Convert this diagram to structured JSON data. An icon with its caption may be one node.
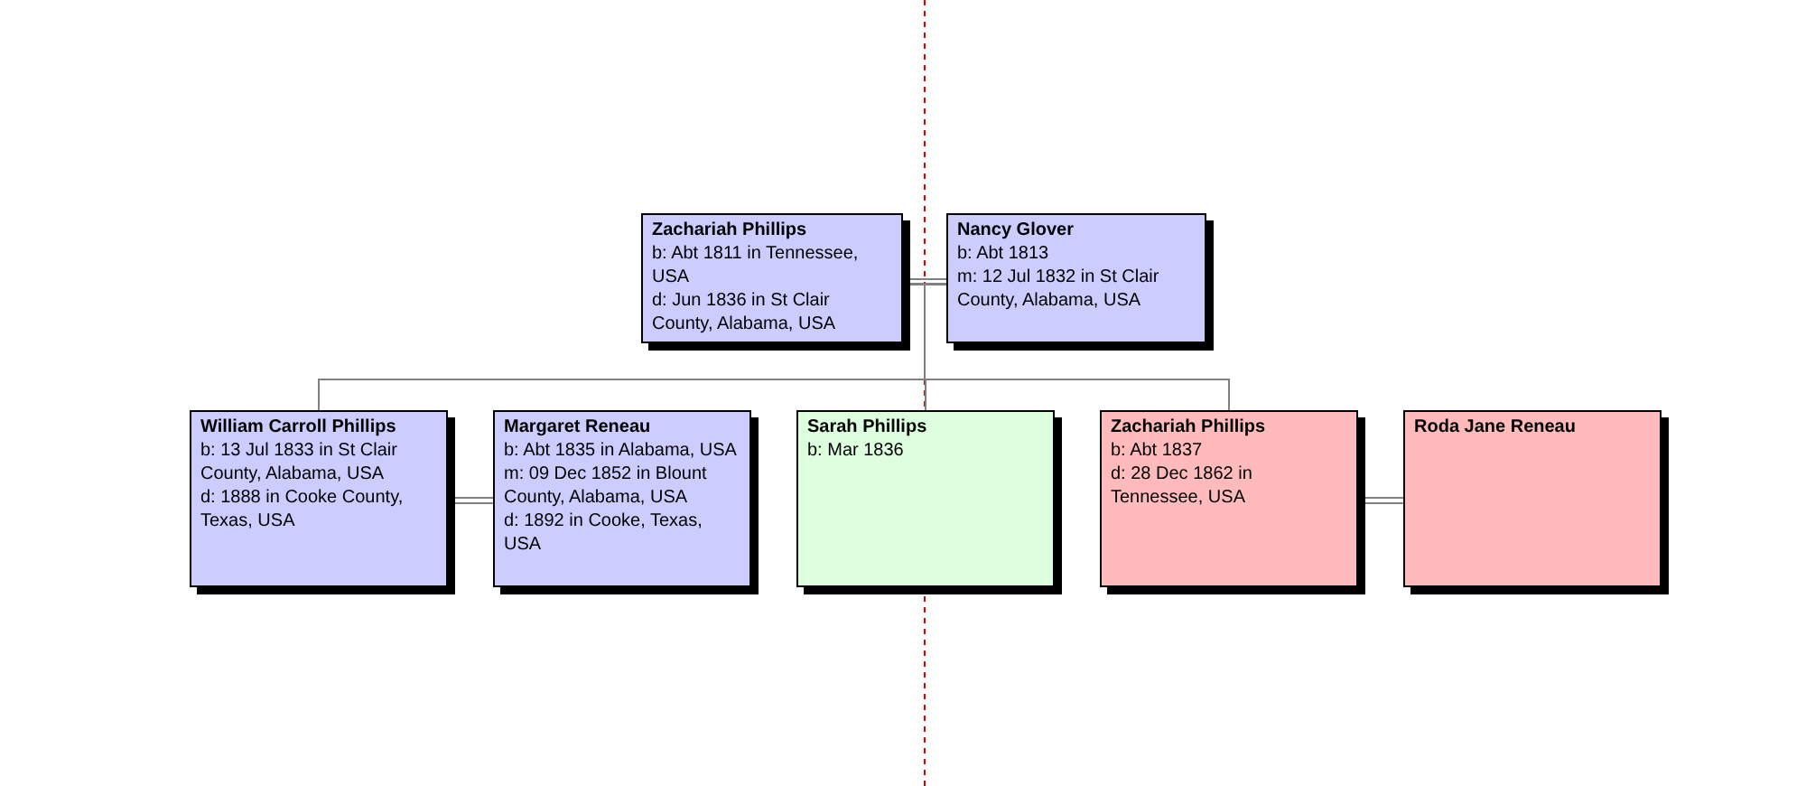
{
  "diagram": {
    "nodes": [
      {
        "text": [
          "Zachariah Phillips",
          "b: Abt 1811 in Tennessee, USA",
          "d: Jun 1836 in St Clair County, Alabama, USA"
        ]
      },
      {
        "text": [
          "Nancy Glover",
          "b: Abt 1813",
          "m: 12 Jul 1832 in St Clair County, Alabama, USA"
        ]
      },
      {
        "text": [
          "William Carroll Phillips",
          "b: 13 Jul 1833 in St Clair County, Alabama, USA",
          "d: 1888 in Cooke County, Texas, USA"
        ]
      },
      {
        "text": [
          "Margaret Reneau",
          "b: Abt 1835 in Alabama, USA",
          "m: 09 Dec 1852 in Blount County, Alabama, USA",
          "d: 1892 in Cooke, Texas, USA"
        ]
      },
      {
        "text": [
          "Sarah Phillips",
          "b: Mar 1836"
        ]
      },
      {
        "text": [
          "Zachariah Phillips",
          "b: Abt 1837",
          "d: 28 Dec 1862 in Tennessee, USA"
        ]
      },
      {
        "text": [
          "Roda Jane Reneau"
        ]
      }
    ],
    "edges": [
      {
        "from": 0,
        "to": 1,
        "arrow": "none"
      },
      {
        "from": 0,
        "to": 2,
        "arrow": "none"
      },
      {
        "from": 1,
        "to": 2,
        "arrow": "none"
      },
      {
        "from": 0,
        "to": 4,
        "arrow": "none"
      },
      {
        "from": 1,
        "to": 4,
        "arrow": "none"
      },
      {
        "from": 0,
        "to": 5,
        "arrow": "none"
      },
      {
        "from": 1,
        "to": 5,
        "arrow": "none"
      },
      {
        "from": 2,
        "to": 3,
        "arrow": "none"
      },
      {
        "from": 5,
        "to": 6,
        "arrow": "none"
      }
    ]
  }
}
